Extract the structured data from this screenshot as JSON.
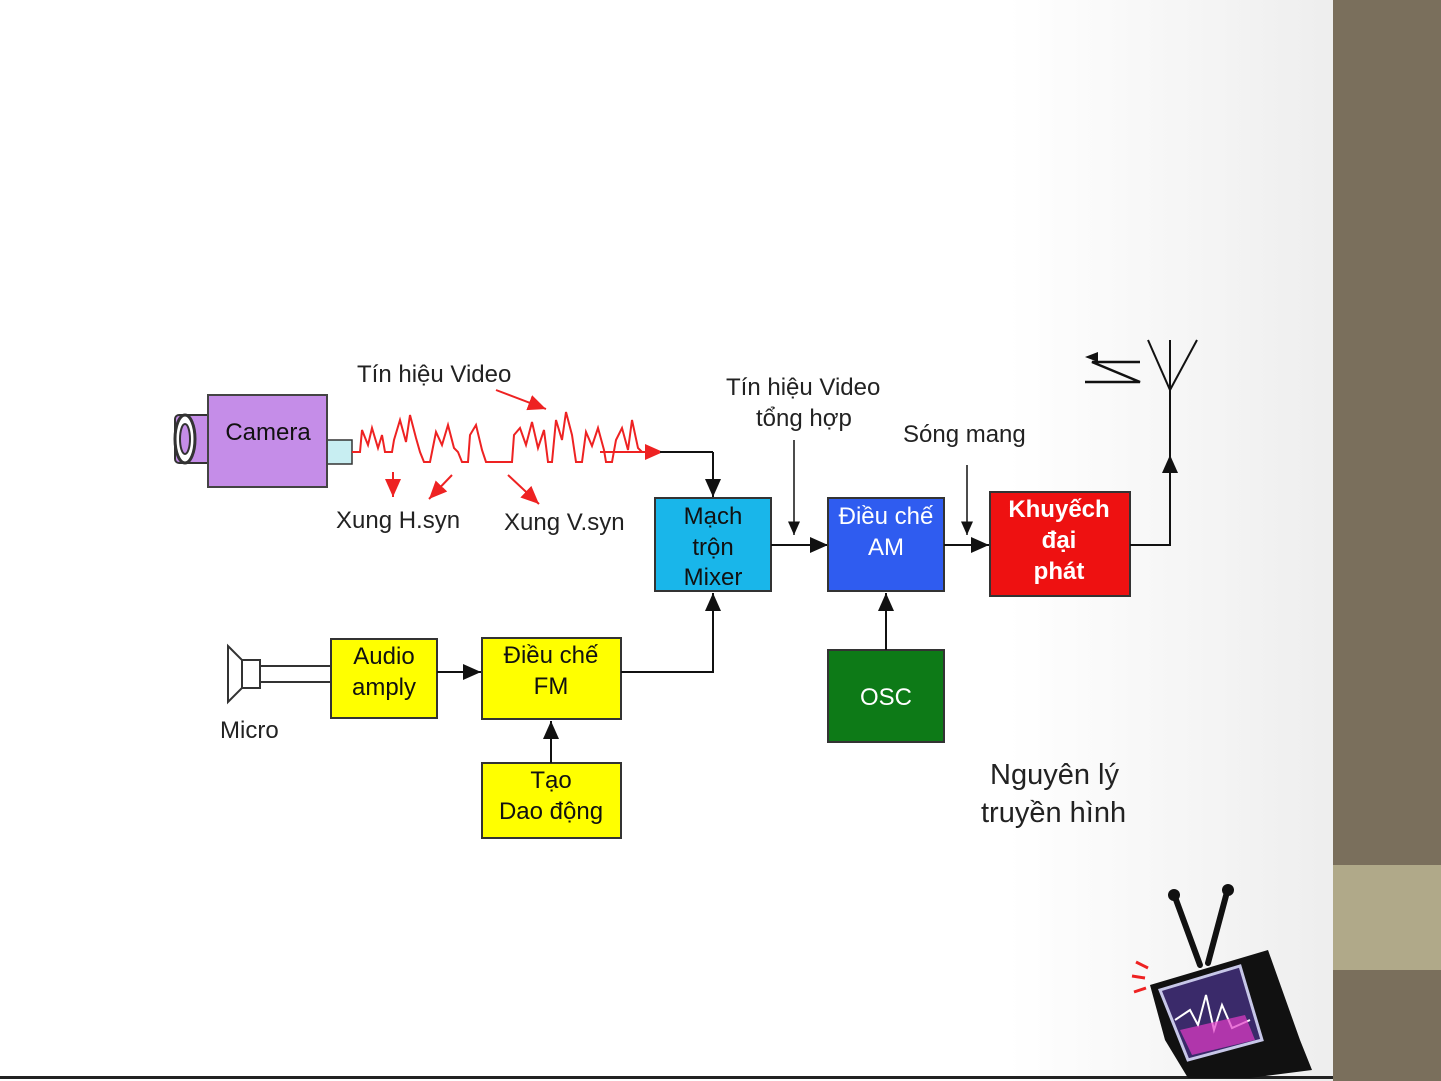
{
  "labels": {
    "video_signal": "Tín hiệu Video",
    "composite_line1": "Tín hiệu Video",
    "composite_line2": "tổng hợp",
    "carrier": "Sóng mang",
    "hsync": "Xung H.syn",
    "vsync": "Xung V.syn",
    "micro": "Micro",
    "caption_line1": "Nguyên lý",
    "caption_line2": "truyền hình"
  },
  "blocks": {
    "camera": "Camera",
    "mixer": [
      "Mạch",
      "trộn",
      "Mixer"
    ],
    "am_mod": [
      "Điều chế",
      "AM"
    ],
    "amplifier": [
      "Khuyếch",
      "đại",
      "phát"
    ],
    "audio_amp": [
      "Audio",
      "amply"
    ],
    "fm_mod": [
      "Điều chế",
      "FM"
    ],
    "oscillator": [
      "Tạo",
      "Dao động"
    ],
    "osc": "OSC"
  },
  "colors": {
    "camera": "#c58de8",
    "mixer": "#19b6ea",
    "am_mod": "#2f5cf0",
    "amplifier": "#ee1111",
    "audio_blocks": "#ffff00",
    "osc": "#0d7a17",
    "signal": "#ee2222",
    "sidebar": "#7a6f5c",
    "sidebar_accent": "#b0a989"
  },
  "icons": [
    "camera-icon",
    "microphone-icon",
    "antenna-icon",
    "radio-wave-icon",
    "tv-cartoon-icon"
  ]
}
